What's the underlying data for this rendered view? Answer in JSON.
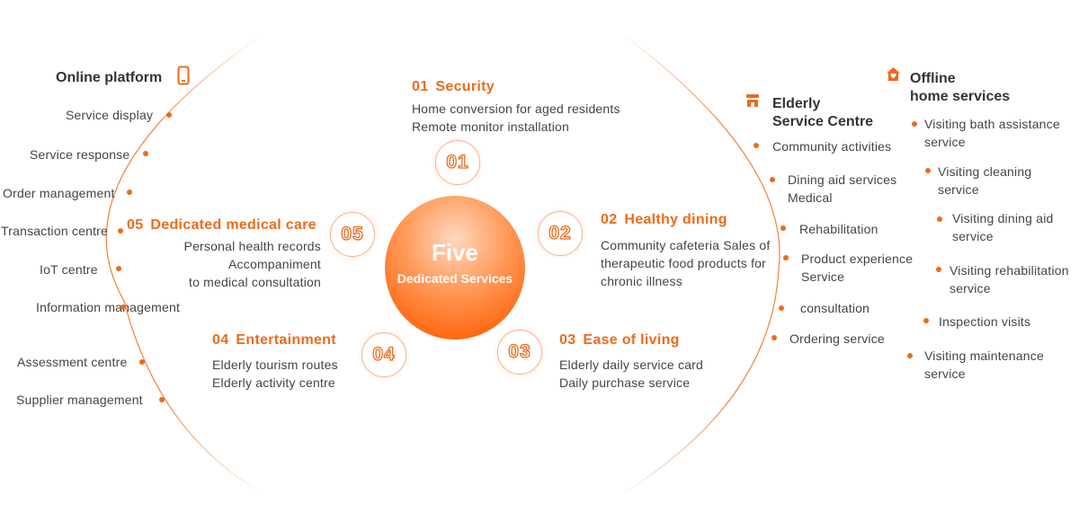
{
  "center": {
    "title": "Five",
    "subtitle": "Dedicated Services"
  },
  "online_platform": {
    "title": "Online platform",
    "items": [
      "Service display",
      "Service response",
      "Order management",
      "Transaction centre",
      "IoT centre",
      "Information management",
      "Assessment centre",
      "Supplier management"
    ]
  },
  "services": [
    {
      "num": "01",
      "title": "Security",
      "lines": [
        "Home conversion for aged residents",
        "Remote monitor installation"
      ]
    },
    {
      "num": "02",
      "title": "Healthy dining",
      "lines": [
        "Community cafeteria Sales of",
        "therapeutic food products for",
        "chronic illness"
      ]
    },
    {
      "num": "03",
      "title": "Ease of living",
      "lines": [
        "Elderly daily service card",
        "Daily purchase service"
      ]
    },
    {
      "num": "04",
      "title": "Entertainment",
      "lines": [
        "Elderly tourism routes",
        "Elderly activity centre"
      ]
    },
    {
      "num": "05",
      "title": "Dedicated medical care",
      "lines": [
        "Personal health records",
        "Accompaniment",
        "to medical consultation"
      ]
    }
  ],
  "service_centre": {
    "title_line1": "Elderly",
    "title_line2": "Service Centre",
    "items": [
      "Community activities",
      "Dining aid services",
      "Medical",
      "Rehabilitation",
      "Product experience",
      "Service",
      "consultation",
      "Ordering service"
    ]
  },
  "offline": {
    "title_line1": "Offline",
    "title_line2": "home services",
    "items": [
      {
        "line1": "Visiting bath assistance",
        "line2": "service"
      },
      {
        "line1": "Visiting cleaning",
        "line2": "service"
      },
      {
        "line1": "Visiting dining aid",
        "line2": "service"
      },
      {
        "line1": "Visiting rehabilitation",
        "line2": "service"
      },
      {
        "line1": "Inspection visits",
        "line2": ""
      },
      {
        "line1": "Visiting maintenance",
        "line2": "service"
      }
    ]
  },
  "colors": {
    "accent": "#ee6a1a",
    "text": "#444444"
  },
  "icons": {
    "online": "phone-icon",
    "centre": "building-icon",
    "offline": "home-heart-icon"
  }
}
